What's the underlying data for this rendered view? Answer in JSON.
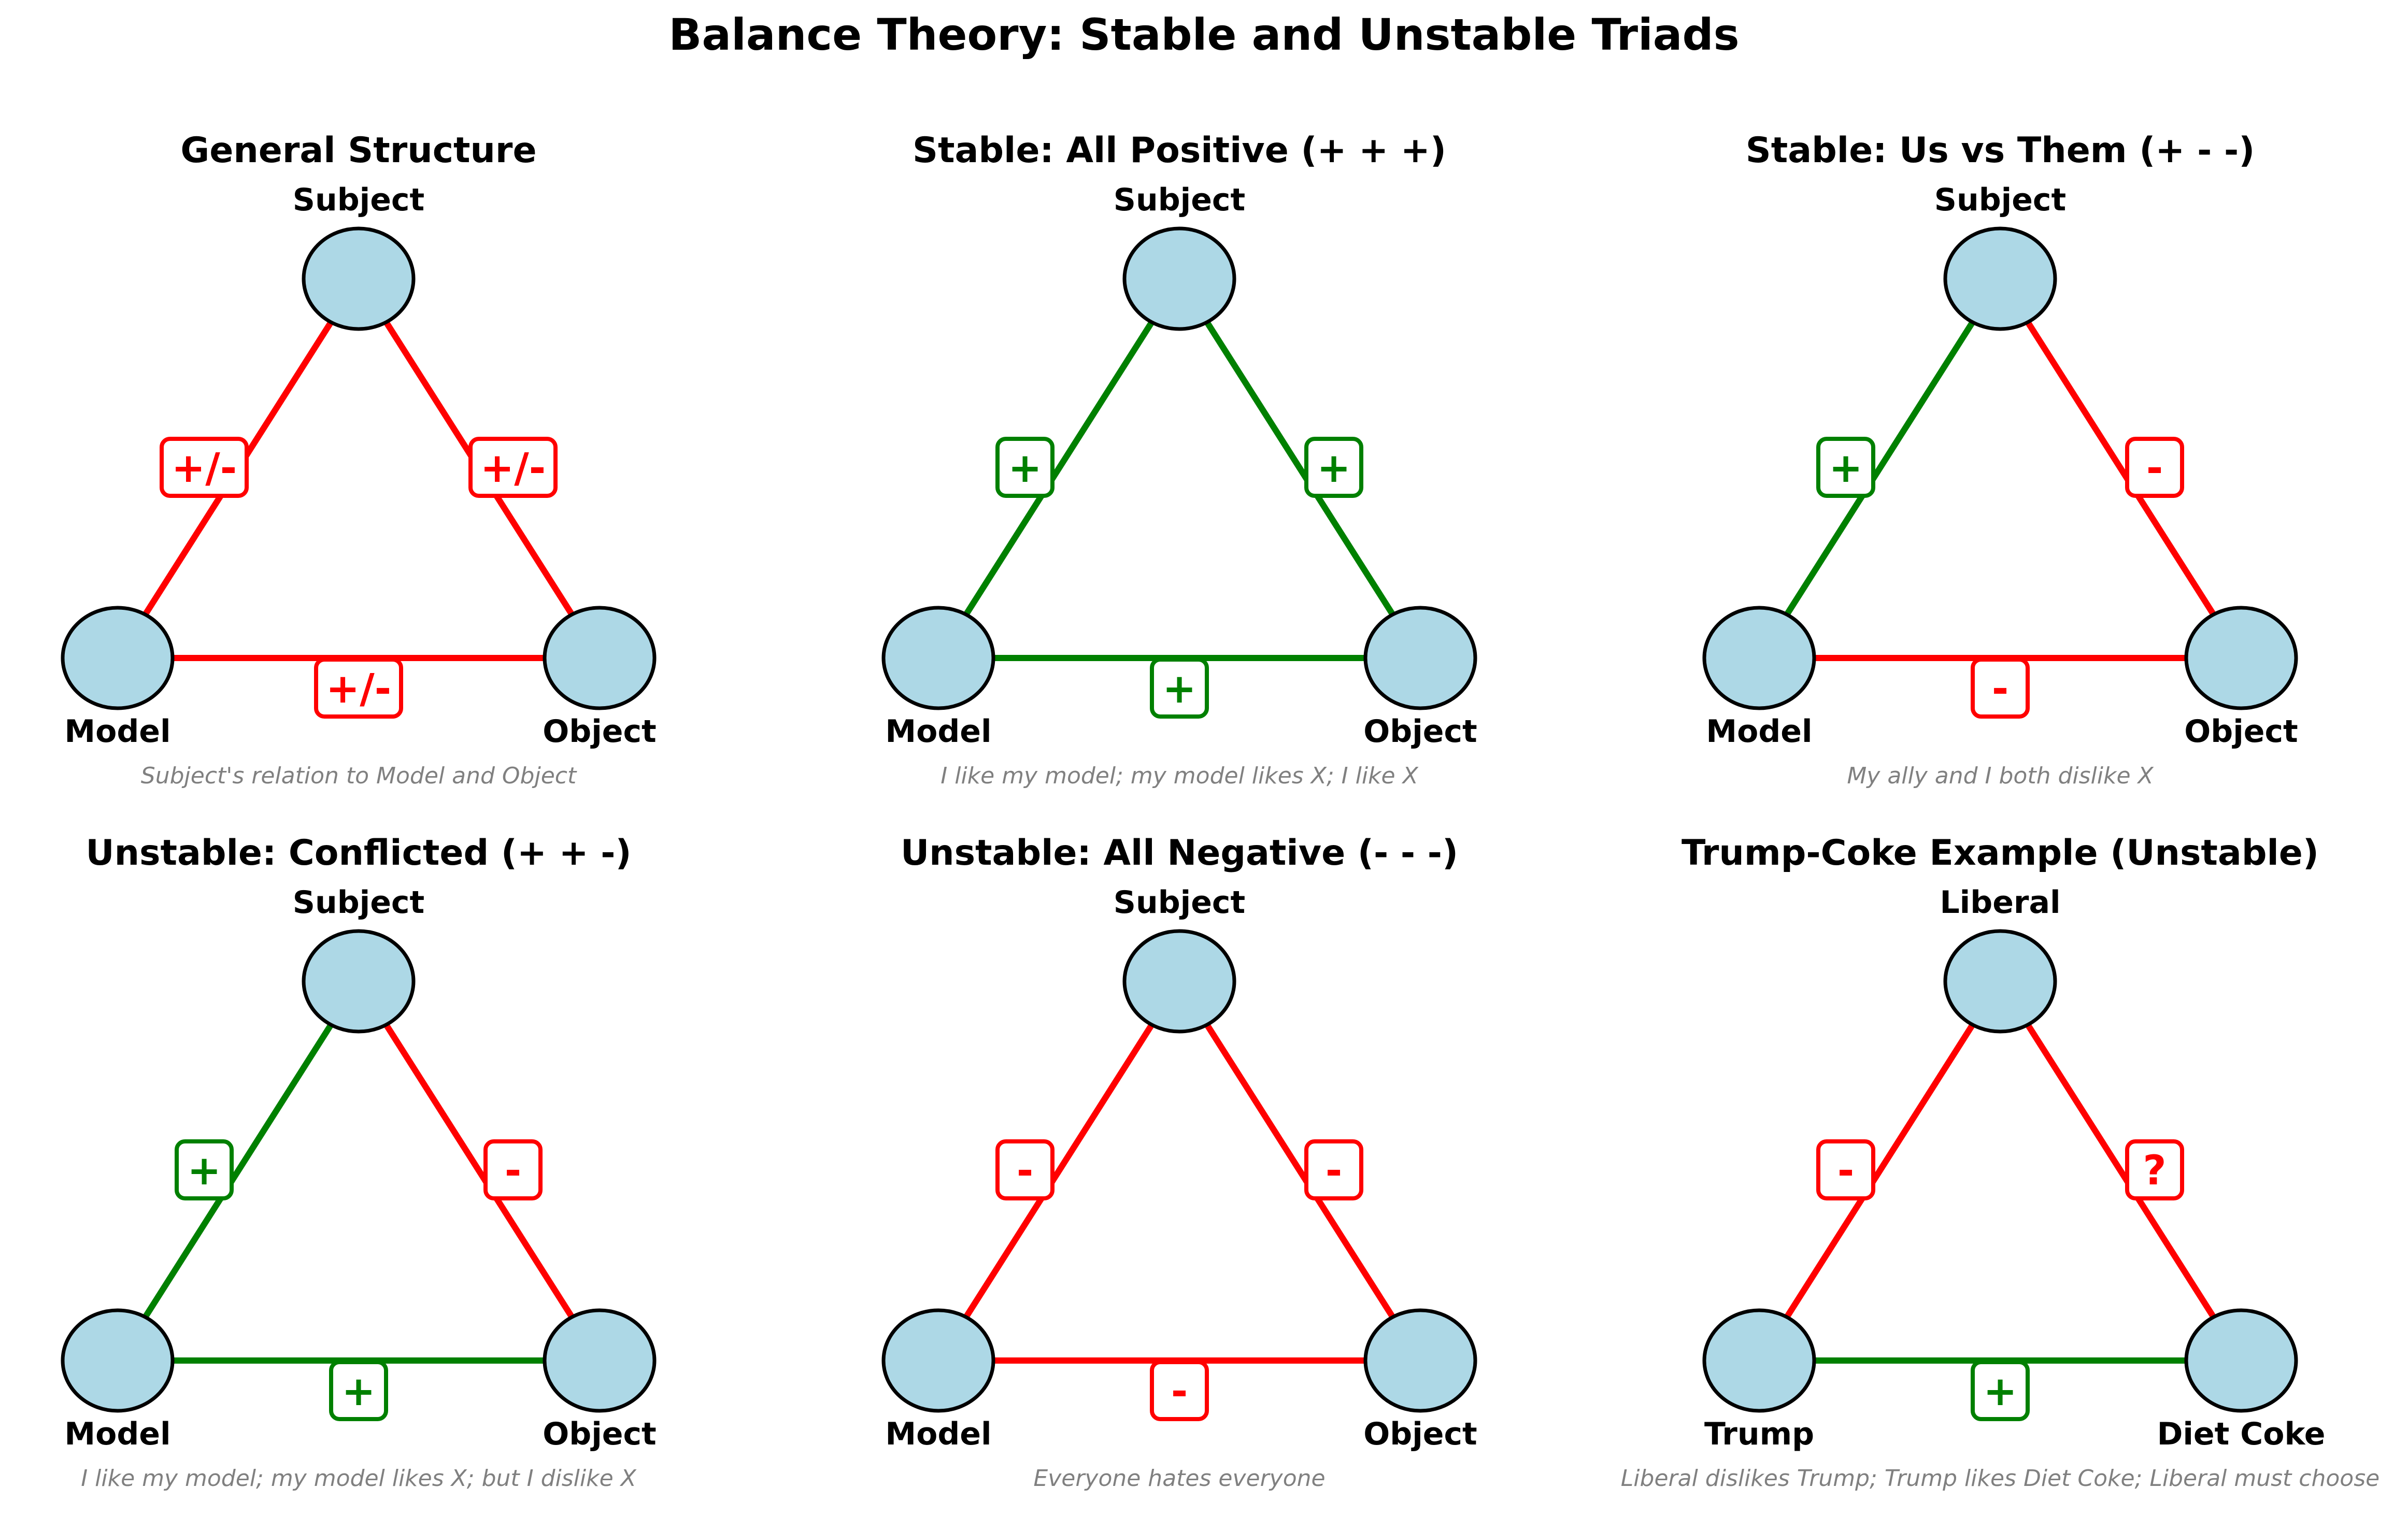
{
  "title": "Balance Theory: Stable and Unstable Triads",
  "colors": {
    "positive": "#008000",
    "negative": "#ff0000",
    "node_fill": "#add8e6",
    "caption": "#808080"
  },
  "panels": [
    {
      "title": "General Structure",
      "nodes": {
        "top": "Subject",
        "left": "Model",
        "right": "Object"
      },
      "edges": {
        "left": {
          "sign": "+/-",
          "color": "negative"
        },
        "right": {
          "sign": "+/-",
          "color": "negative"
        },
        "bottom": {
          "sign": "+/-",
          "color": "negative"
        }
      },
      "caption": "Subject's relation to Model and Object"
    },
    {
      "title": "Stable: All Positive (+ + +)",
      "nodes": {
        "top": "Subject",
        "left": "Model",
        "right": "Object"
      },
      "edges": {
        "left": {
          "sign": "+",
          "color": "positive"
        },
        "right": {
          "sign": "+",
          "color": "positive"
        },
        "bottom": {
          "sign": "+",
          "color": "positive"
        }
      },
      "caption": "I like my model; my model likes X; I like X"
    },
    {
      "title": "Stable: Us vs Them (+ - -)",
      "nodes": {
        "top": "Subject",
        "left": "Model",
        "right": "Object"
      },
      "edges": {
        "left": {
          "sign": "+",
          "color": "positive"
        },
        "right": {
          "sign": "-",
          "color": "negative"
        },
        "bottom": {
          "sign": "-",
          "color": "negative"
        }
      },
      "caption": "My ally and I both dislike X"
    },
    {
      "title": "Unstable: Conflicted (+ + -)",
      "nodes": {
        "top": "Subject",
        "left": "Model",
        "right": "Object"
      },
      "edges": {
        "left": {
          "sign": "+",
          "color": "positive"
        },
        "right": {
          "sign": "-",
          "color": "negative"
        },
        "bottom": {
          "sign": "+",
          "color": "positive"
        }
      },
      "caption": "I like my model; my model likes X; but I dislike X"
    },
    {
      "title": "Unstable: All Negative (- - -)",
      "nodes": {
        "top": "Subject",
        "left": "Model",
        "right": "Object"
      },
      "edges": {
        "left": {
          "sign": "-",
          "color": "negative"
        },
        "right": {
          "sign": "-",
          "color": "negative"
        },
        "bottom": {
          "sign": "-",
          "color": "negative"
        }
      },
      "caption": "Everyone hates everyone"
    },
    {
      "title": "Trump-Coke Example (Unstable)",
      "nodes": {
        "top": "Liberal",
        "left": "Trump",
        "right": "Diet Coke"
      },
      "edges": {
        "left": {
          "sign": "-",
          "color": "negative"
        },
        "right": {
          "sign": "?",
          "color": "negative"
        },
        "bottom": {
          "sign": "+",
          "color": "positive"
        }
      },
      "caption": "Liberal dislikes Trump; Trump likes Diet Coke; Liberal must choose"
    }
  ]
}
